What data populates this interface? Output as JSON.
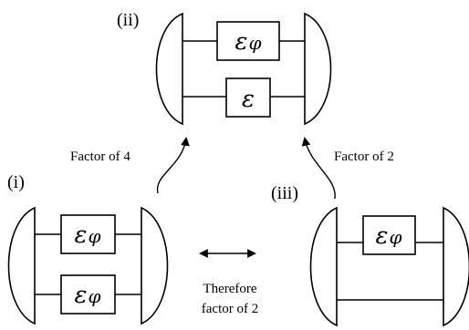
{
  "labels": {
    "panel_i": "(i)",
    "panel_ii": "(ii)",
    "panel_iii": "(iii)"
  },
  "operators": {
    "epsilon": "ε",
    "phi": "φ"
  },
  "captions": {
    "factor_left": "Factor of 4",
    "factor_right": "Factor of 2",
    "therefore_line1": "Therefore",
    "therefore_line2": "factor of 2"
  },
  "colors": {
    "stroke": "#000000",
    "fill": "#ffffff"
  }
}
